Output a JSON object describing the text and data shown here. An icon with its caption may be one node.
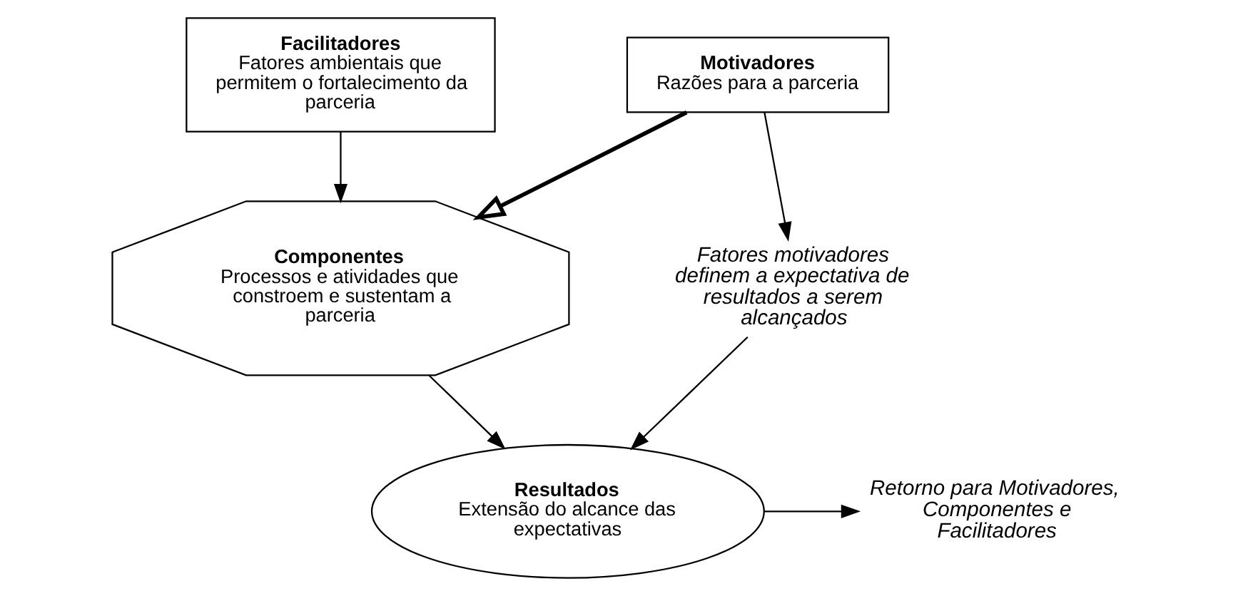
{
  "diagram": {
    "nodes": [
      {
        "text": [
          "Motivadores",
          "Razões para a parceria"
        ]
      },
      {
        "text": [
          "Facilitadores",
          "Fatores ambientais que permitem o fortalecimento da parceria"
        ]
      },
      {
        "text": [
          "Componentes",
          "Processos e atividades que constroem e sustentam a parceria"
        ]
      },
      {
        "text": [
          "Fatores motivadores definem a expectativa de resultados a serem alcançados"
        ]
      },
      {
        "text": [
          "Retorno para Motivadores, Componentes e Facilitadores"
        ]
      },
      {
        "text": [
          "Resultados",
          "Extensão do alcance das expectativas"
        ]
      }
    ],
    "edges": [
      {
        "from": 0,
        "to": 2,
        "arrow": "to",
        "style": "thick"
      },
      {
        "from": 1,
        "to": 2,
        "arrow": "to"
      },
      {
        "from": 0,
        "to": 3,
        "arrow": "to"
      },
      {
        "from": 2,
        "to": 5,
        "arrow": "to"
      },
      {
        "from": 3,
        "to": 5,
        "arrow": "to"
      },
      {
        "from": 5,
        "to": 4,
        "arrow": "to"
      }
    ]
  }
}
